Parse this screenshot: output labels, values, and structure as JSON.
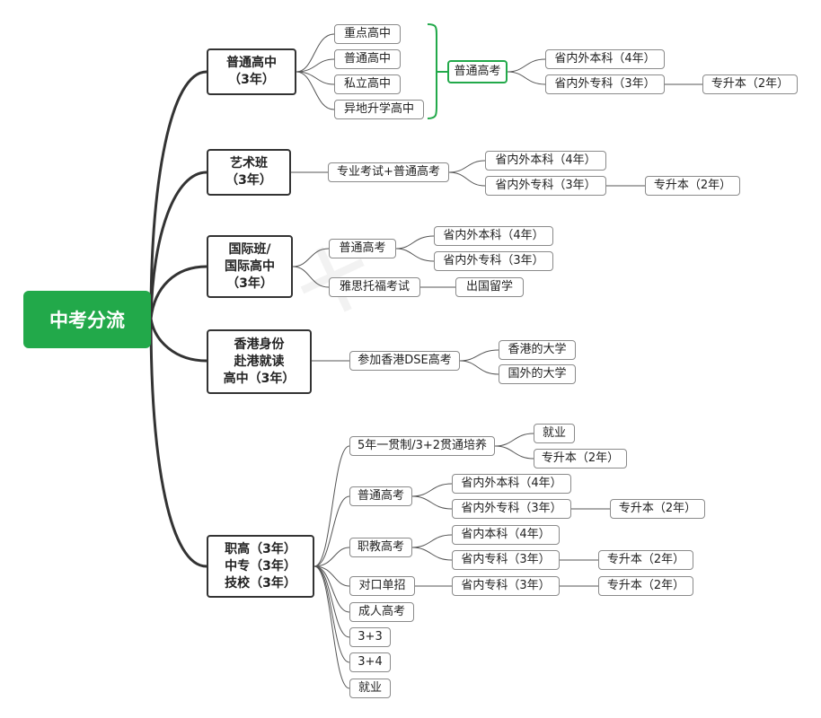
{
  "root": {
    "label": "中考分流"
  },
  "groups": {
    "putong": {
      "title_l1": "普通高中",
      "title_l2": "（3年）",
      "schools": [
        "重点高中",
        "普通高中",
        "私立高中",
        "异地升学高中"
      ],
      "exam": "普通高考",
      "benke": "省内外本科（4年）",
      "zhuanke": "省内外专科（3年）",
      "zsb": "专升本（2年）"
    },
    "yishu": {
      "title_l1": "艺术班",
      "title_l2": "（3年）",
      "exam": "专业考试+普通高考",
      "benke": "省内外本科（4年）",
      "zhuanke": "省内外专科（3年）",
      "zsb": "专升本（2年）"
    },
    "guoji": {
      "title_l1": "国际班/",
      "title_l2": "国际高中",
      "title_l3": "（3年）",
      "exam1": "普通高考",
      "benke": "省内外本科（4年）",
      "zhuanke": "省内外专科（3年）",
      "exam2": "雅思托福考试",
      "abroad": "出国留学"
    },
    "xianggang": {
      "title_l1": "香港身份",
      "title_l2": "赴港就读",
      "title_l3": "高中（3年）",
      "exam": "参加香港DSE高考",
      "hk_uni": "香港的大学",
      "foreign_uni": "国外的大学"
    },
    "zhigao": {
      "title_l1": "职高（3年）",
      "title_l2": "中专（3年）",
      "title_l3": "技校（3年）",
      "guantong": "5年一贯制/3+2贯通培养",
      "jiuye": "就业",
      "guantong_zsb": "专升本（2年）",
      "putong_exam": "普通高考",
      "putong_benke": "省内外本科（4年）",
      "putong_zhuanke": "省内外专科（3年）",
      "putong_zsb": "专升本（2年）",
      "zhijiao_exam": "职教高考",
      "zhijiao_benke": "省内本科（4年）",
      "zhijiao_zhuanke": "省内专科（3年）",
      "zhijiao_zsb": "专升本（2年）",
      "duikou": "对口单招",
      "duikou_zhuanke": "省内专科（3年）",
      "duikou_zsb": "专升本（2年）",
      "chengren": "成人高考",
      "p33": "3+3",
      "p34": "3+4",
      "jiuye2": "就业"
    }
  },
  "colors": {
    "root_bg": "#22a94a",
    "highlight_border": "#22a94a",
    "line": "#333333",
    "node_border": "#8a8a8a"
  }
}
